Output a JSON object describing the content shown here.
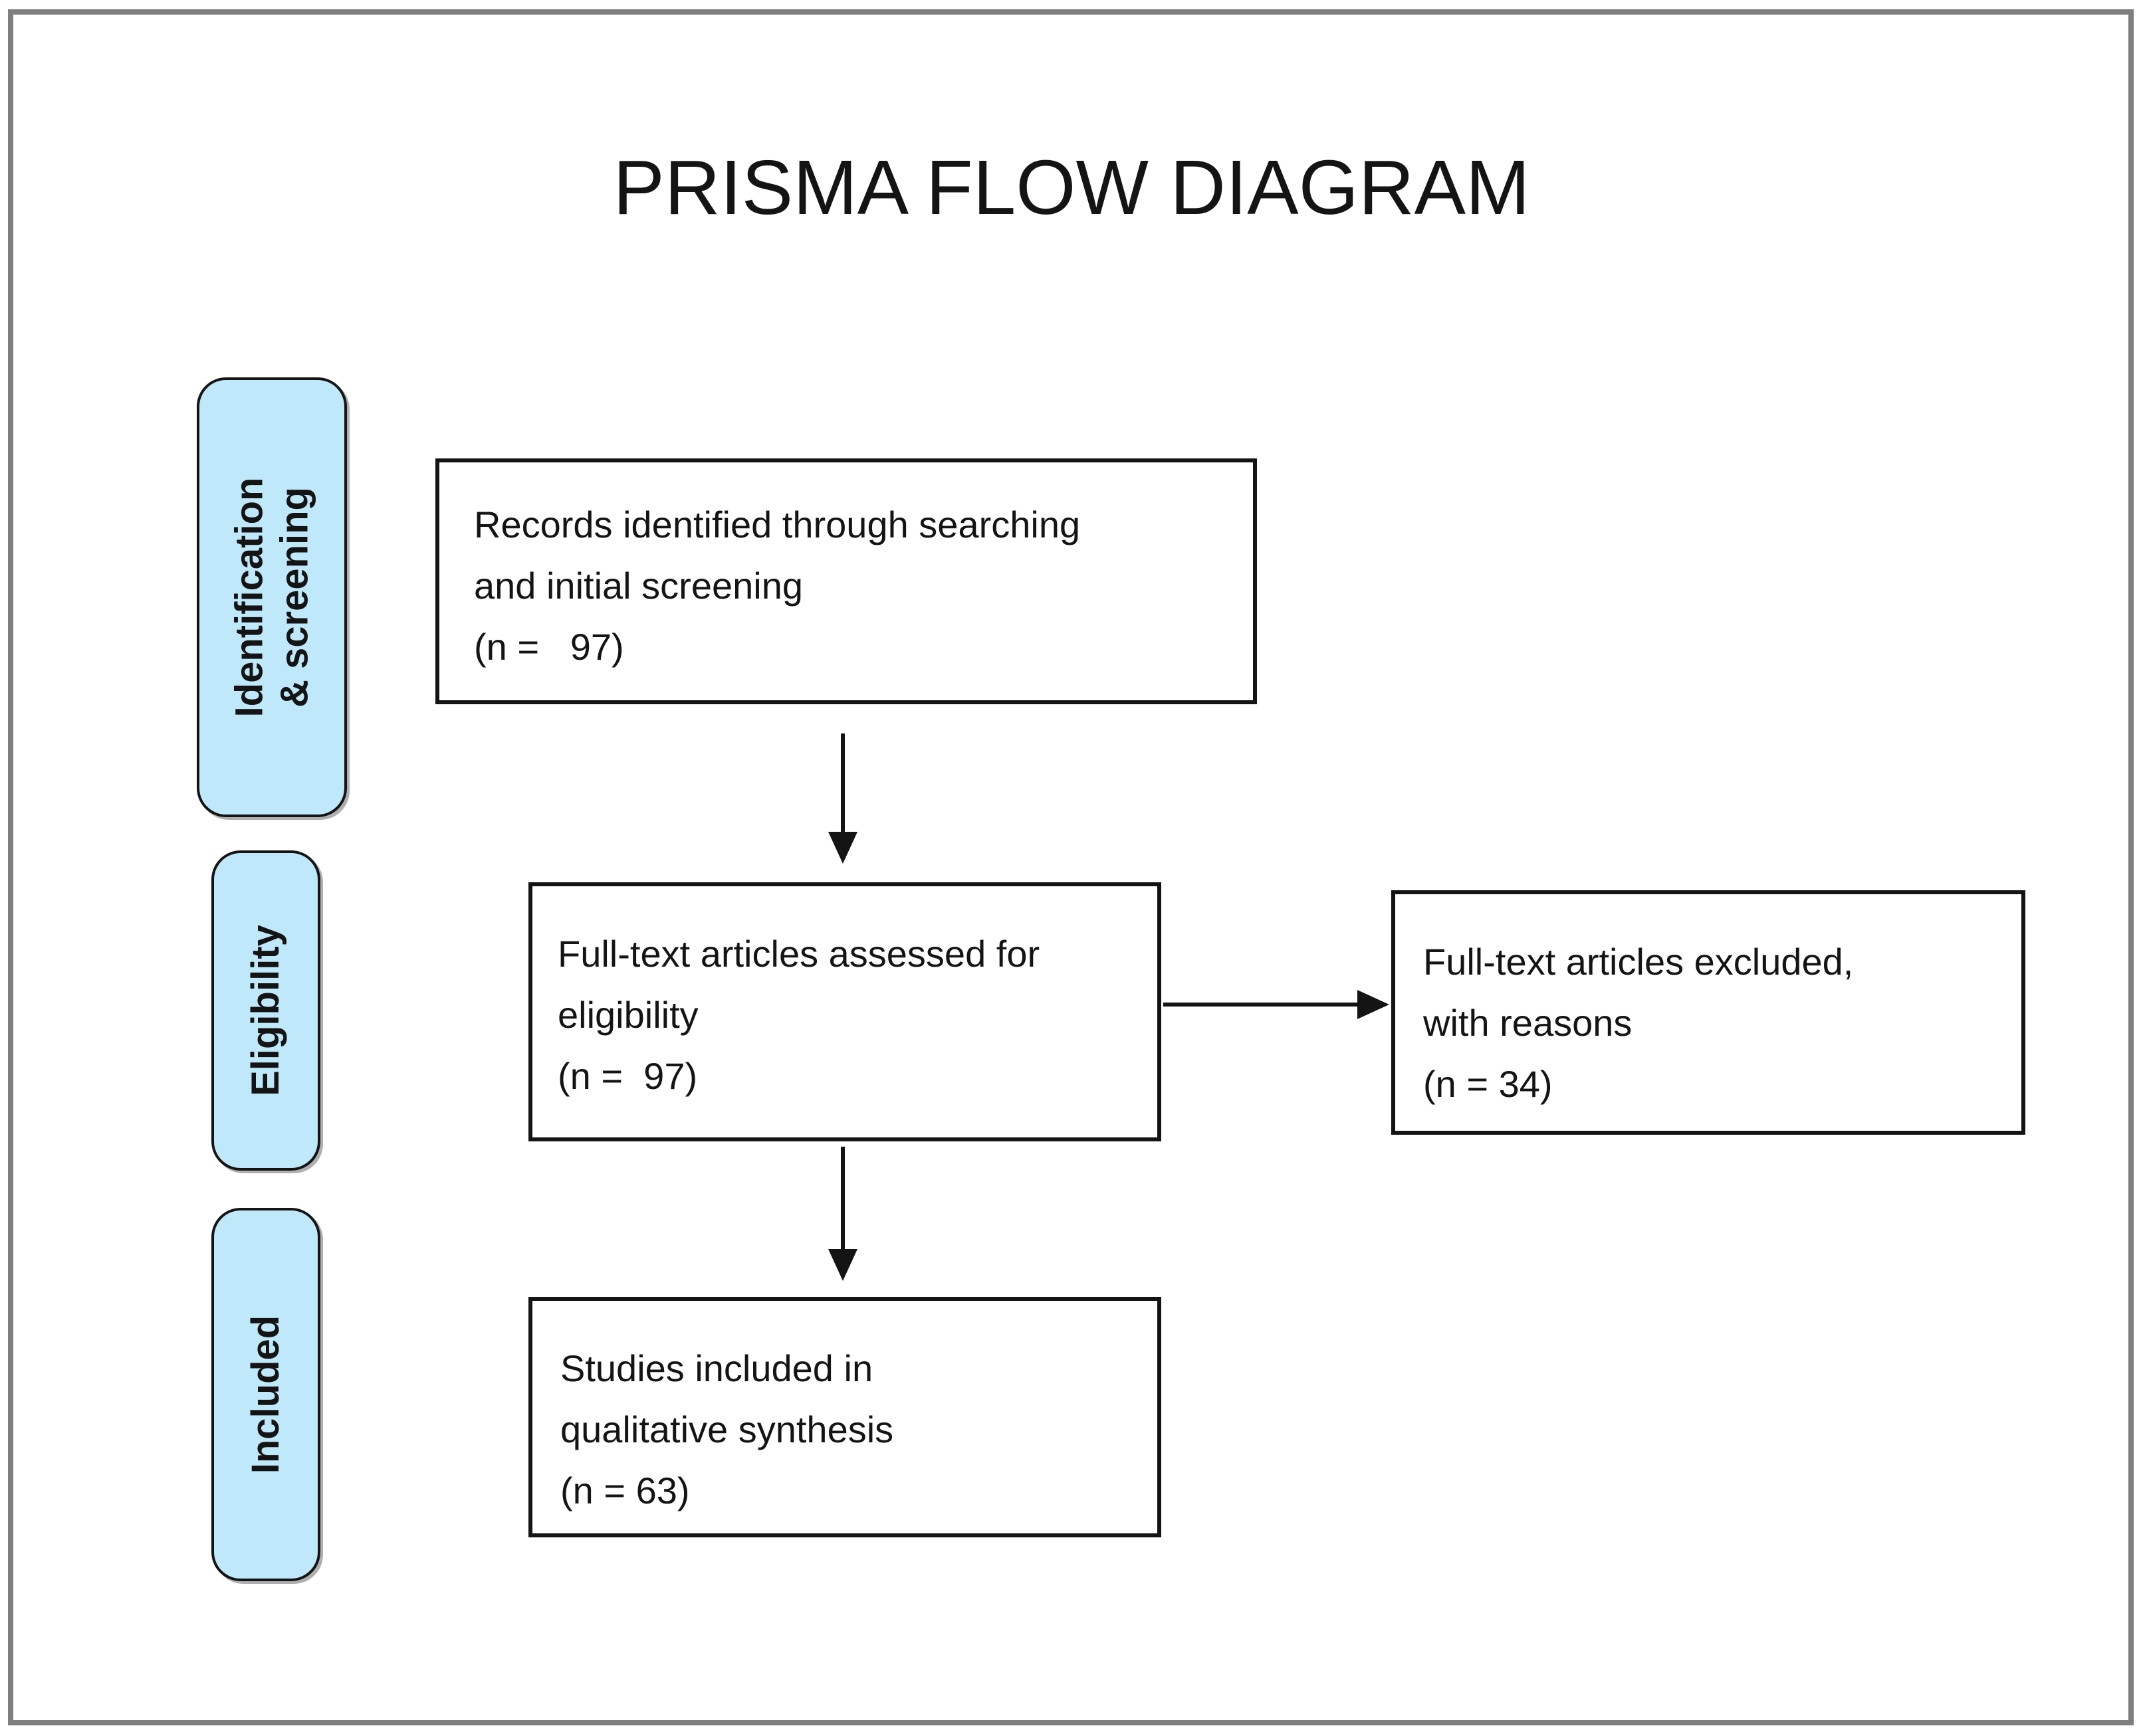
{
  "title": "PRISMA FLOW DIAGRAM",
  "stages": [
    {
      "label": "Identification\n& screening"
    },
    {
      "label": "Eligibility"
    },
    {
      "label": "Included"
    }
  ],
  "nodes": {
    "records": {
      "text": "Records identified through searching\nand initial screening\n(n =   97)",
      "n": 97
    },
    "assessed": {
      "text": "Full-text articles assessed for\neligibility\n(n =  97)",
      "n": 97
    },
    "excluded": {
      "text": "Full-text articles excluded,\nwith reasons\n(n = 34)",
      "n": 34
    },
    "included": {
      "text": "Studies included in\nqualitative synthesis\n(n = 63)",
      "n": 63
    }
  },
  "colors": {
    "stage_fill": "#bfe9fa",
    "frame_border": "#7f7f7f",
    "ink": "#141414",
    "background": "#ffffff"
  }
}
